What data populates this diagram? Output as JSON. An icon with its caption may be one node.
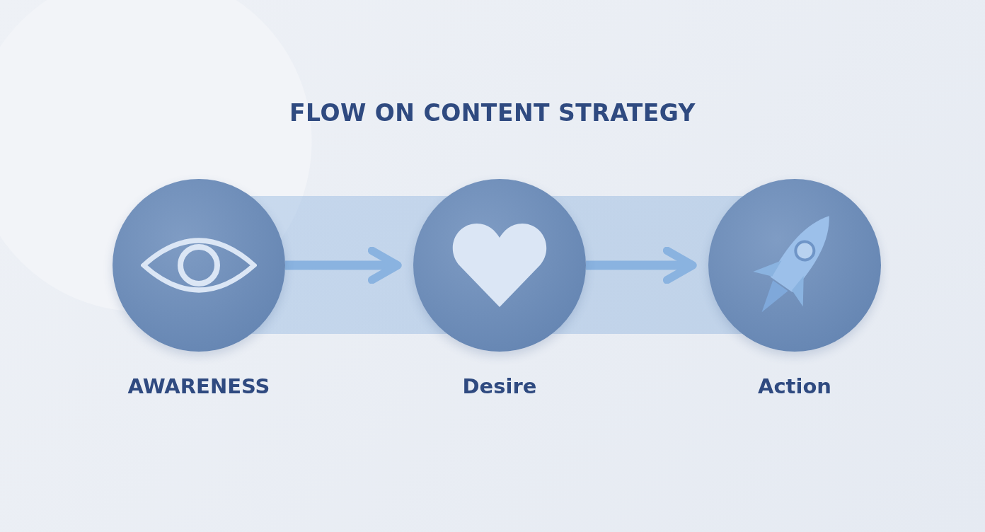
{
  "diagram": {
    "title": "FLOW ON CONTENT STRATEGY",
    "nodes": [
      {
        "text": [
          "AWARENESS"
        ]
      },
      {
        "text": [
          "Desire"
        ]
      },
      {
        "text": [
          "Action"
        ]
      }
    ],
    "edges": [
      {
        "from": 0,
        "to": 1,
        "arrow": "to"
      },
      {
        "from": 1,
        "to": 2,
        "arrow": "to"
      }
    ]
  }
}
